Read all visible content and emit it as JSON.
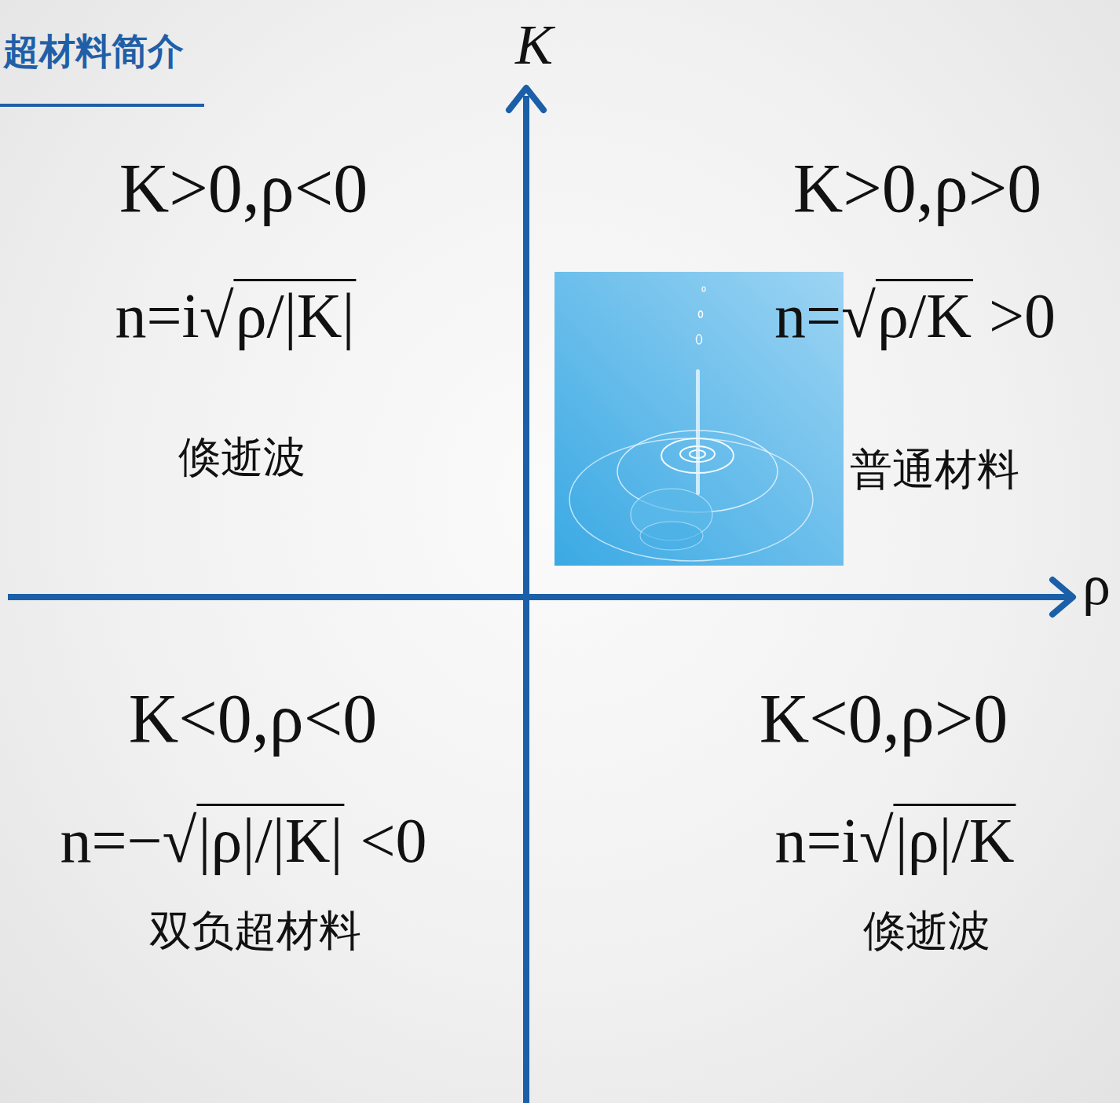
{
  "diagram": {
    "title": "超材料简介",
    "labels": [
      "K",
      "ρ",
      "K>0,ρ<0",
      "n=i√ρ/|K|",
      "倏逝波",
      "K>0,ρ>0",
      "n=√ρ/K >0",
      "普通材料",
      "K<0,ρ<0",
      "n=−√|ρ|/|K| <0",
      "双负超材料",
      "K<0,ρ>0",
      "n=i√|ρ|/K",
      "倏逝波"
    ]
  }
}
